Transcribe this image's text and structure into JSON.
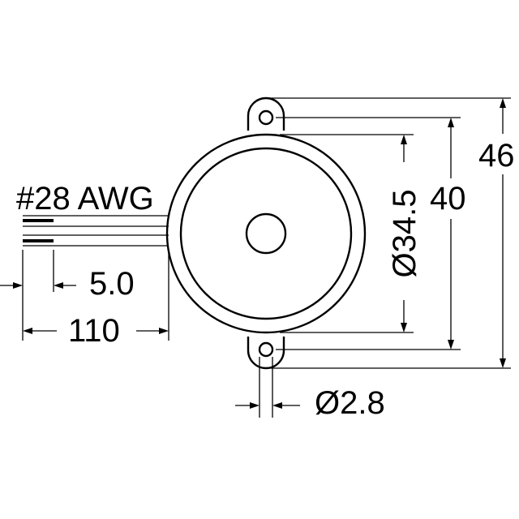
{
  "dimensions": {
    "wire_gauge": "#28 AWG",
    "strip_length": "5.0",
    "lead_length": "110",
    "inner_diameter": "Ø34.5",
    "hole_spacing": "40",
    "overall_height": "46",
    "hole_diameter": "Ø2.8"
  }
}
